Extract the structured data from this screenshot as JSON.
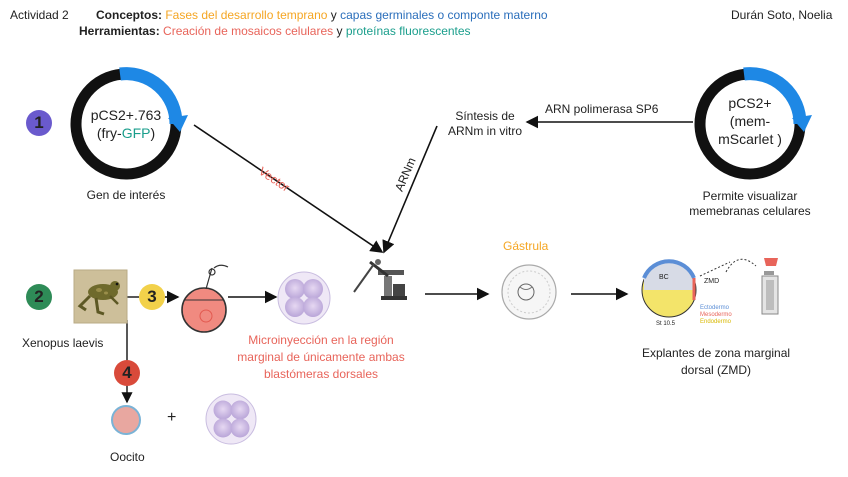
{
  "header": {
    "activity": "Actividad 2",
    "author": "Durán Soto, Noelia",
    "concepts_label": "Conceptos:",
    "concepts_part1": "Fases del desarrollo temprano",
    "concepts_and": " y ",
    "concepts_part2": "capas germinales o componte materno",
    "tools_label": "Herramientas:",
    "tools_part1": "Creación de mosaicos celulares",
    "tools_and": " y ",
    "tools_part2": "proteínas fluorescentes"
  },
  "steps": {
    "one": "1",
    "two": "2",
    "three": "3",
    "four": "4"
  },
  "plasmid_left": {
    "line1": "pCS2+.763",
    "line2_prefix": "(fry-",
    "line2_gfp": "GFP",
    "line2_suffix": ")",
    "caption": "Gen de interés"
  },
  "plasmid_right": {
    "line1": "pCS2+",
    "line2": "(mem-",
    "line3": "mScarlet )",
    "caption_line1": "Permite visualizar",
    "caption_line2": "memebranas celulares"
  },
  "labels": {
    "polymerase": "ARN polimerasa SP6",
    "synthesis_line1": "Síntesis de",
    "synthesis_line2": "ARNm in vitro",
    "vector": "Vector",
    "arnm": "ARNm",
    "gastrula": "Gástrula",
    "xenopus": "Xenopus laevis",
    "micro_line1": "Microinyección en la región",
    "micro_line2": "marginal de únicamente ambas",
    "micro_line3": "blastómeras dorsales",
    "explant_line1": "Explantes de zona marginal",
    "explant_line2": "dorsal (ZMD)",
    "oocyte": "Oocito",
    "plus": "+",
    "zmd_small": "ZMD",
    "bc": "BC",
    "stage": "St 10.5",
    "ectoderm": "Ectodermo",
    "mesoderm": "Mesodermo",
    "endoderm": "Endodermo"
  },
  "colors": {
    "orange": "#f5a623",
    "blue": "#2a6ebb",
    "red": "#e8645a",
    "teal": "#1a9e8c",
    "step1": "#6a5acd",
    "step2": "#2e8b57",
    "step3": "#f2d14a",
    "step4": "#d94a3a"
  }
}
